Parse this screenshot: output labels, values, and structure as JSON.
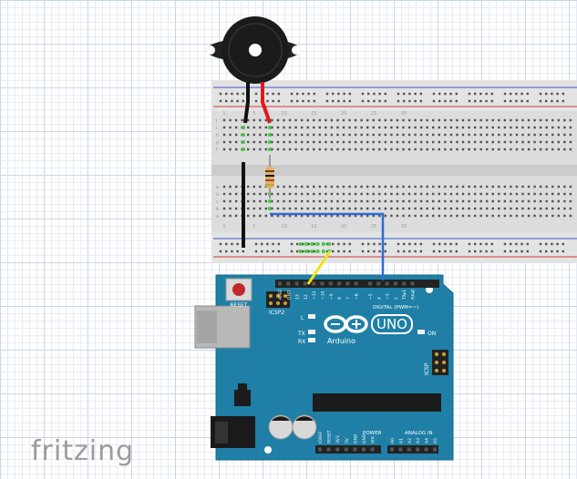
{
  "board": {
    "reset_label": "RESET",
    "icsp2_label": "ICSP2",
    "icsp_label": "ICSP",
    "l_label": "L",
    "tx_label": "TX",
    "rx_label": "RX",
    "on_label": "ON",
    "brand": "Arduino",
    "uno": "UNO",
    "digital_label": "DIGITAL (PWM=~)",
    "aref": "AREF",
    "gnd": "GND",
    "digital_pins": [
      "13",
      "12",
      "~11",
      "~10",
      "~9",
      "8",
      "7",
      "~6",
      "~5",
      "4",
      "~3",
      "2",
      "TX▸1",
      "RX◂0"
    ],
    "power_label": "POWER",
    "power_pins": [
      "IOREF",
      "RESET",
      "3V3",
      "5V",
      "GND",
      "GND",
      "VIN"
    ],
    "analog_label": "ANALOG IN",
    "analog_pins": [
      "A0",
      "A1",
      "A2",
      "A3",
      "A4",
      "A5"
    ]
  },
  "breadboard": {
    "column_numbers": [
      "1",
      "5",
      "10",
      "15",
      "20",
      "25",
      "30"
    ],
    "row_letters_top": [
      "j",
      "i",
      "h",
      "g",
      "f"
    ],
    "row_letters_bottom": [
      "e",
      "d",
      "c",
      "b",
      "a"
    ]
  },
  "wires": {
    "black": "#111111",
    "red": "#e0191c",
    "yellow": "#f2e21c",
    "blue": "#2c6bd6",
    "board": "#1f7fa6"
  },
  "logo": "fritzing"
}
